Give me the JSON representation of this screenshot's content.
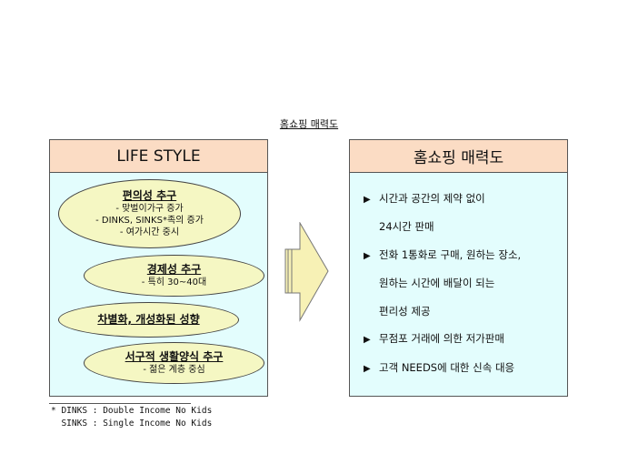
{
  "title": "홈쇼핑 매력도",
  "left": {
    "header": "LIFE STYLE",
    "ellipses": [
      {
        "heading": "편의성 추구",
        "lines": [
          "- 맞벌이가구 증가",
          "- DINKS, SINKS*족의 증가",
          "- 여가시간 중시"
        ]
      },
      {
        "heading": "경제성 추구",
        "lines": [
          "- 특히 30~40대"
        ]
      },
      {
        "heading": "차별화, 개성화된 성향",
        "lines": []
      },
      {
        "heading": "서구적 생활양식 추구",
        "lines": [
          "- 젊은 계층 중심"
        ]
      }
    ]
  },
  "right": {
    "header": "홈쇼핑 매력도",
    "bullet": "▶",
    "lines": [
      {
        "bullet": true,
        "text": "시간과 공간의 제약 없이"
      },
      {
        "bullet": false,
        "text": "24시간 판매"
      },
      {
        "bullet": true,
        "text": "전화 1통화로 구매, 원하는 장소,"
      },
      {
        "bullet": false,
        "text": "원하는 시간에 배달이 되는"
      },
      {
        "bullet": false,
        "text": "편리성 제공"
      },
      {
        "bullet": true,
        "text": "무점포 거래에 의한 저가판매"
      },
      {
        "bullet": true,
        "text": "고객 NEEDS에 대한 신속 대응"
      }
    ]
  },
  "footnote": [
    "* DINKS : Double Income No Kids",
    "  SINKS : Single Income No Kids"
  ]
}
